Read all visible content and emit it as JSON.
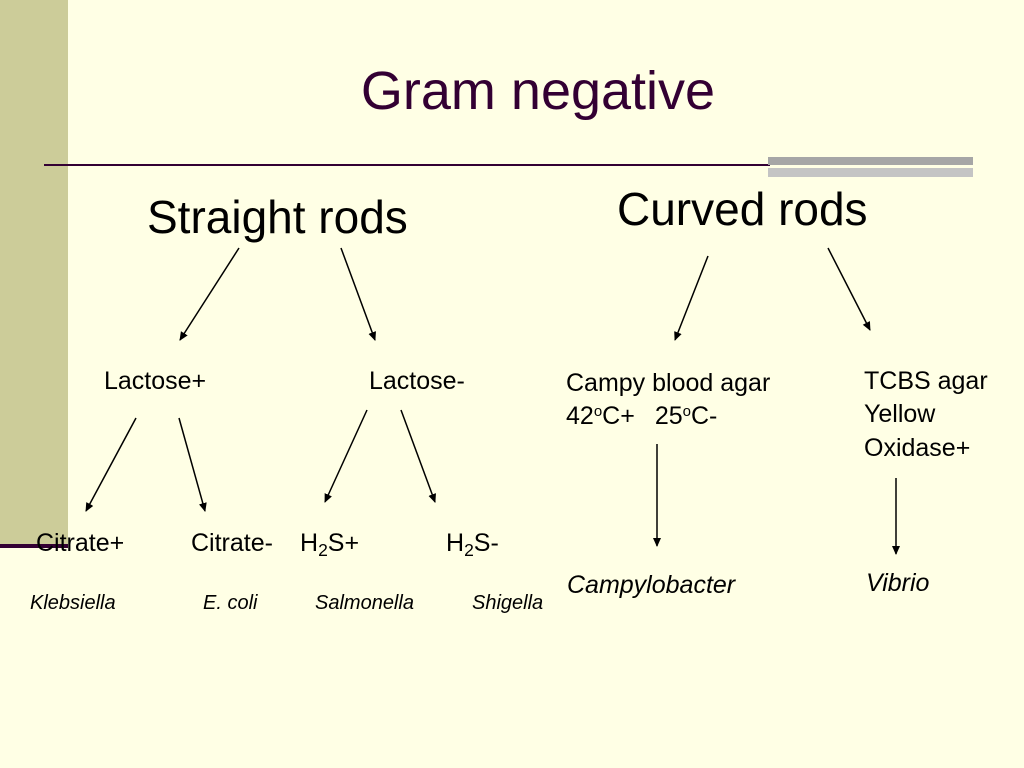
{
  "title": "Gram negative",
  "branches": {
    "straight": {
      "label": "Straight rods",
      "lactose_pos": {
        "label": "Lactose+",
        "citrate_pos": {
          "label": "Citrate+",
          "organism": "Klebsiella"
        },
        "citrate_neg": {
          "label": "Citrate-",
          "organism": "E. coli"
        }
      },
      "lactose_neg": {
        "label": "Lactose-",
        "h2s_pos": {
          "label_h": "H",
          "label_sub": "2",
          "label_rest": "S+",
          "organism": "Salmonella"
        },
        "h2s_neg": {
          "label_h": "H",
          "label_sub": "2",
          "label_rest": "S-",
          "organism": "Shigella"
        }
      }
    },
    "curved": {
      "label": "Curved rods",
      "campy": {
        "line1": "Campy blood agar",
        "temp1_value": "42",
        "temp1_sup": "o",
        "temp1_unit": "C+",
        "temp2_value": "25",
        "temp2_sup": "o",
        "temp2_unit": "C-",
        "organism": "Campylobacter"
      },
      "tcbs": {
        "line1": "TCBS agar",
        "line2": "Yellow",
        "line3": "Oxidase+",
        "organism": "Vibrio"
      }
    }
  }
}
